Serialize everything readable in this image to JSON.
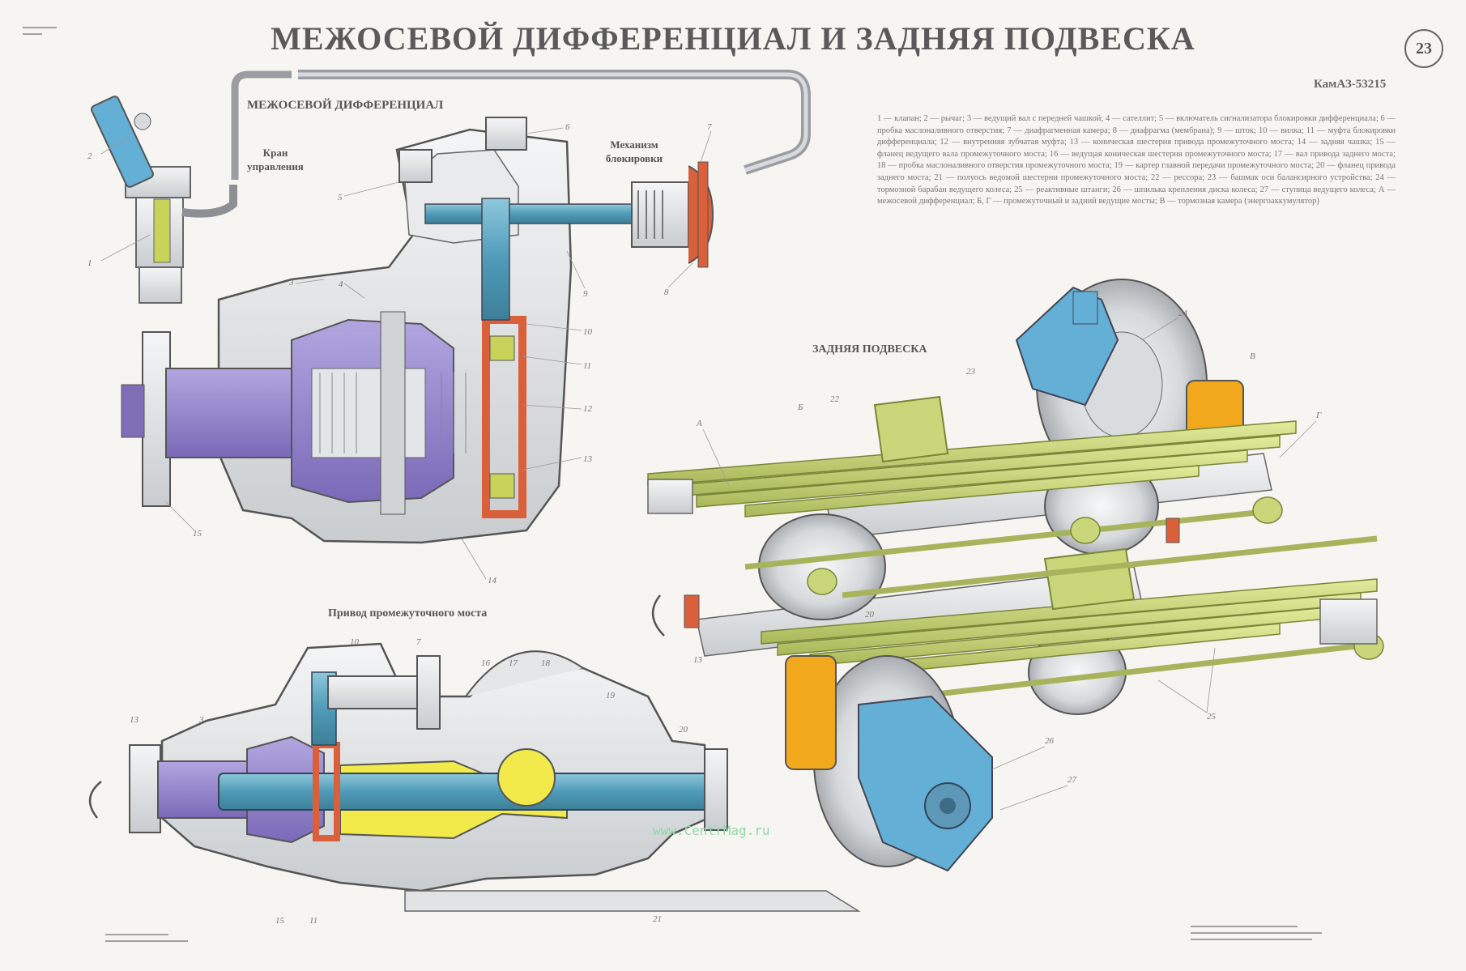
{
  "title": "МЕЖОСЕВОЙ ДИФФЕРЕНЦИАЛ И ЗАДНЯЯ ПОДВЕСКА",
  "sheet_number": "23",
  "model": "КамАЗ-53215",
  "sections": {
    "interaxle": "МЕЖОСЕВОЙ ДИФФЕРЕНЦИАЛ",
    "control_valve": "Кран управления",
    "locking_mechanism": "Механизм блокировки",
    "mid_axle_drive": "Привод промежуточного моста",
    "rear_suspension": "ЗАДНЯЯ ПОДВЕСКА"
  },
  "legend_text": "1 — клапан; 2 — рычаг; 3 — ведущий вал с передней чашкой; 4 — сателлит; 5 — включатель сигнализатора блокировки дифференциала; 6 — пробка маслоналивного отверстия; 7 — диафрагменная камера; 8 — диафрагма (мембрана); 9 — шток; 10 — вилка; 11 — муфта блокировки дифференциала; 12 — внутренняя зубчатая муфта; 13 — коническая шестерня привода промежуточного моста; 14 — задняя чашка; 15 — фланец ведущего вала промежуточного моста; 16 — ведущая коническая шестерня промежуточного моста; 17 — вал привода заднего моста; 18 — пробка маслоналивного отверстия промежуточного моста; 19 — картер главной передачи промежуточного моста; 20 — фланец привода заднего моста; 21 — полуось ведомой шестерни промежуточного моста; 22 — рессора; 23 — башмак оси балансирного устройства; 24 — тормозной барабан ведущего колеса; 25 — реактивные штанги; 26 — шпилька крепления диска колеса; 27 — ступица ведущего колеса; А — межосевой дифференциал; Б, Г — промежуточный и задний ведущие мосты; В — тормозная камера (энергоаккумулятор)",
  "watermark": "www.CentrMag.ru",
  "callouts": {
    "top": [
      "2",
      "1",
      "3",
      "4",
      "5",
      "6",
      "7",
      "8",
      "9",
      "10",
      "11",
      "12",
      "13",
      "14",
      "15"
    ],
    "bottom": [
      "13",
      "3",
      "10",
      "7",
      "16",
      "17",
      "18",
      "19",
      "20",
      "15",
      "11",
      "21"
    ],
    "suspension": [
      "24",
      "23",
      "22",
      "Б",
      "В",
      "Г",
      "А",
      "13",
      "20",
      "25",
      "26",
      "27"
    ]
  },
  "colors": {
    "background": "#f6f5f1",
    "housing": "#dfe2e4",
    "shaft": "#5aa3be",
    "differential": "#8c7cc7",
    "locking": "#d9603a",
    "spring": "#c9d77a",
    "brake": "#63afd6",
    "chamber": "#f2a81c",
    "yellow": "#f1ea4a"
  }
}
